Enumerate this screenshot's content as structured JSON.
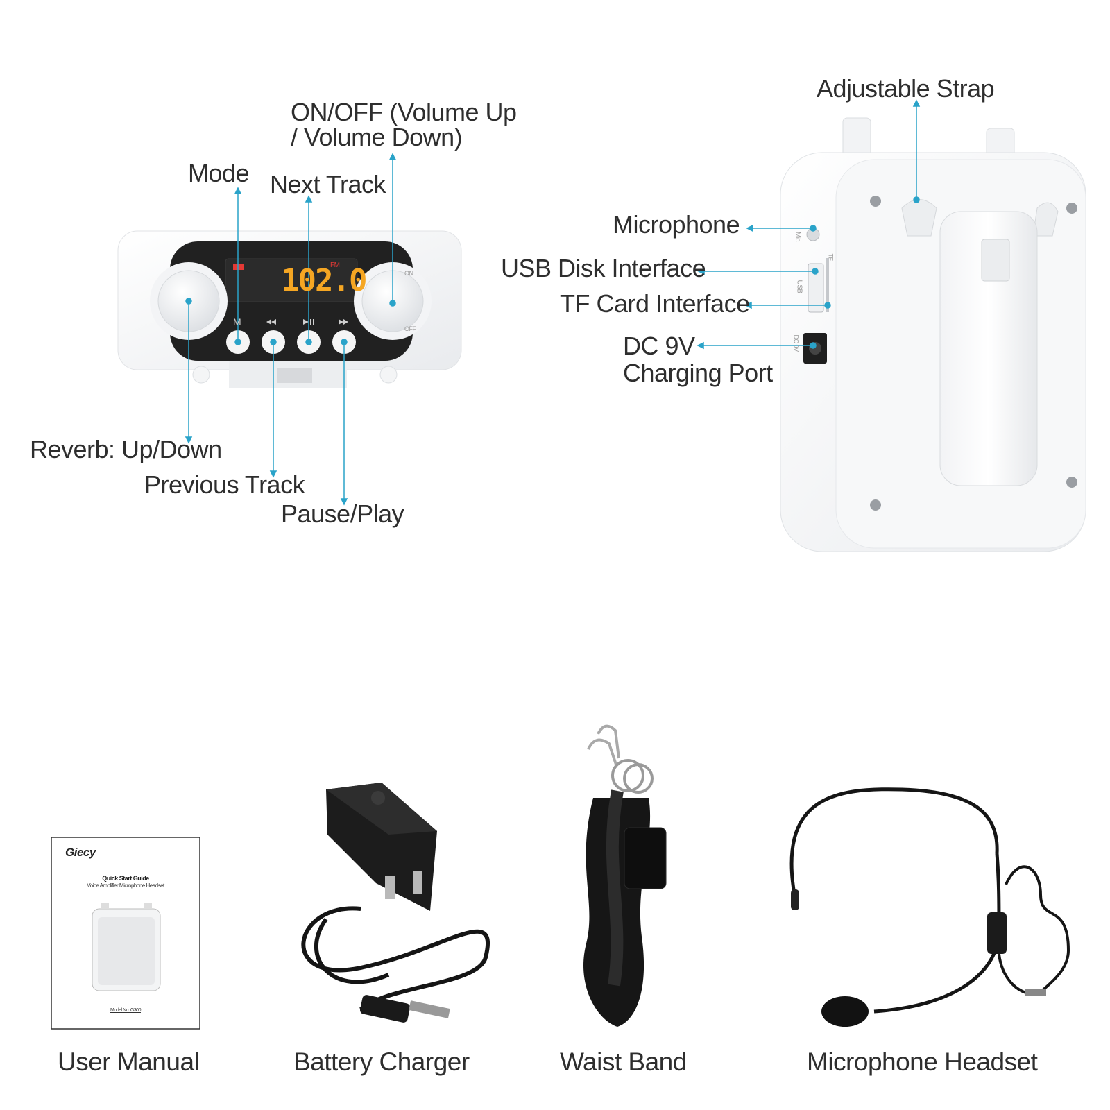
{
  "front_panel": {
    "display_value": "102.0",
    "display_mode": "FM",
    "button_m": "M",
    "knob_on": "ON",
    "knob_off": "OFF"
  },
  "front_labels": {
    "onoff_line1": "ON/OFF (Volume Up",
    "onoff_line2": "/ Volume Down)",
    "mode": "Mode",
    "next_track": "Next Track",
    "reverb": "Reverb: Up/Down",
    "previous_track": "Previous Track",
    "pause_play": "Pause/Play"
  },
  "back_labels": {
    "adjustable_strap": "Adjustable Strap",
    "microphone": "Microphone",
    "usb_disk": "USB Disk Interface",
    "tf_card": "TF Card Interface",
    "dc_line1": "DC 9V",
    "dc_line2": "Charging Port"
  },
  "back_port_marks": {
    "mic": "Mic",
    "usb": "USB",
    "tf": "TF",
    "dc": "DC 9V"
  },
  "manual": {
    "brand": "Giecy",
    "title": "Quick Start Guide",
    "subtitle": "Voice Amplifier Microphone Headset",
    "model": "Model No.:G300"
  },
  "accessories": {
    "user_manual": "User Manual",
    "battery_charger": "Battery Charger",
    "waist_band": "Waist Band",
    "microphone_headset": "Microphone Headset"
  },
  "colors": {
    "callout": "#2aa3c9",
    "display_digits": "#f5a623",
    "display_red": "#e53935"
  }
}
